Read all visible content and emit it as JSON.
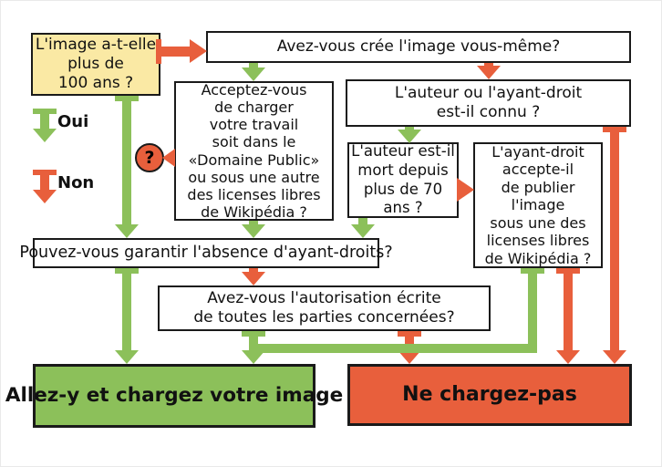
{
  "diagram": {
    "legend": {
      "yes_label": "Oui",
      "no_label": "Non"
    },
    "uncertain_marker": "?",
    "nodes": {
      "age": "L'image a-t-elle\nplus de\n100 ans ?",
      "created": "Avez-vous crée l'image vous-même?",
      "accept": "Acceptez-vous\nde charger\nvotre travail\nsoit dans le\n«Domaine Public»\nou sous une autre\ndes licenses libres\nde Wikipédia ?",
      "known": "L'auteur ou l'ayant-droit\nest-il connu ?",
      "dead70": "L'auteur est-il\nmort depuis\nplus de 70\nans ?",
      "heir": "L'ayant-droit\naccepte-il\nde publier\nl'image\nsous une des\nlicenses libres\nde Wikipédia ?",
      "guarantee": "Pouvez-vous garantir l'absence d'ayant-droits?",
      "authorization": "Avez-vous l'autorisation écrite\nde toutes les parties concernées?",
      "go": "Allez-y et chargez votre image",
      "stop": "Ne chargez-pas"
    },
    "colors": {
      "yes_green": "#8cc05a",
      "no_red": "#e85f3c",
      "start_yellow": "#fae9a4",
      "border_black": "#1a1a1a"
    }
  }
}
